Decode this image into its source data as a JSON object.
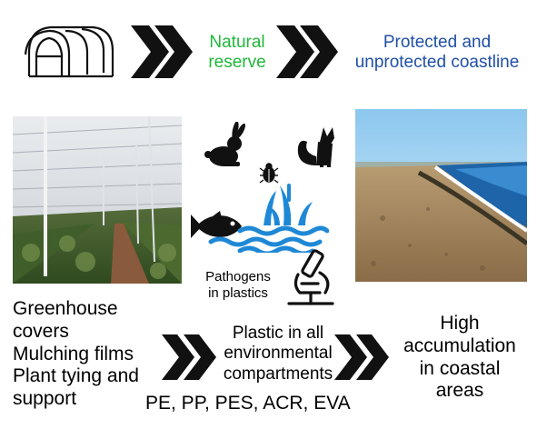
{
  "top_row": {
    "natural_reserve": [
      "Natural",
      "reserve"
    ],
    "coastline": [
      "Protected and",
      "unprotected coastline"
    ]
  },
  "pathogens": [
    "Pathogens",
    "in plastics"
  ],
  "sources": [
    "Greenhouse",
    "covers",
    "Mulching films",
    "Plant tying and",
    "support"
  ],
  "plastic": [
    "Plastic in all",
    "environmental",
    "compartments"
  ],
  "polymers": "PE, PP, PES, ACR, EVA",
  "accumulation": [
    "High",
    "accumulation",
    "in coastal",
    "areas"
  ],
  "icons": [
    "greenhouse-icon",
    "rabbit-icon",
    "fox-icon",
    "beetle-icon",
    "fish-icon",
    "water-reeds-icon",
    "microscope-icon",
    "chevron-arrow-icon"
  ],
  "colors": {
    "green_text": "#1fb83a",
    "blue_text": "#1f4fa8",
    "arrows": "#111111"
  }
}
